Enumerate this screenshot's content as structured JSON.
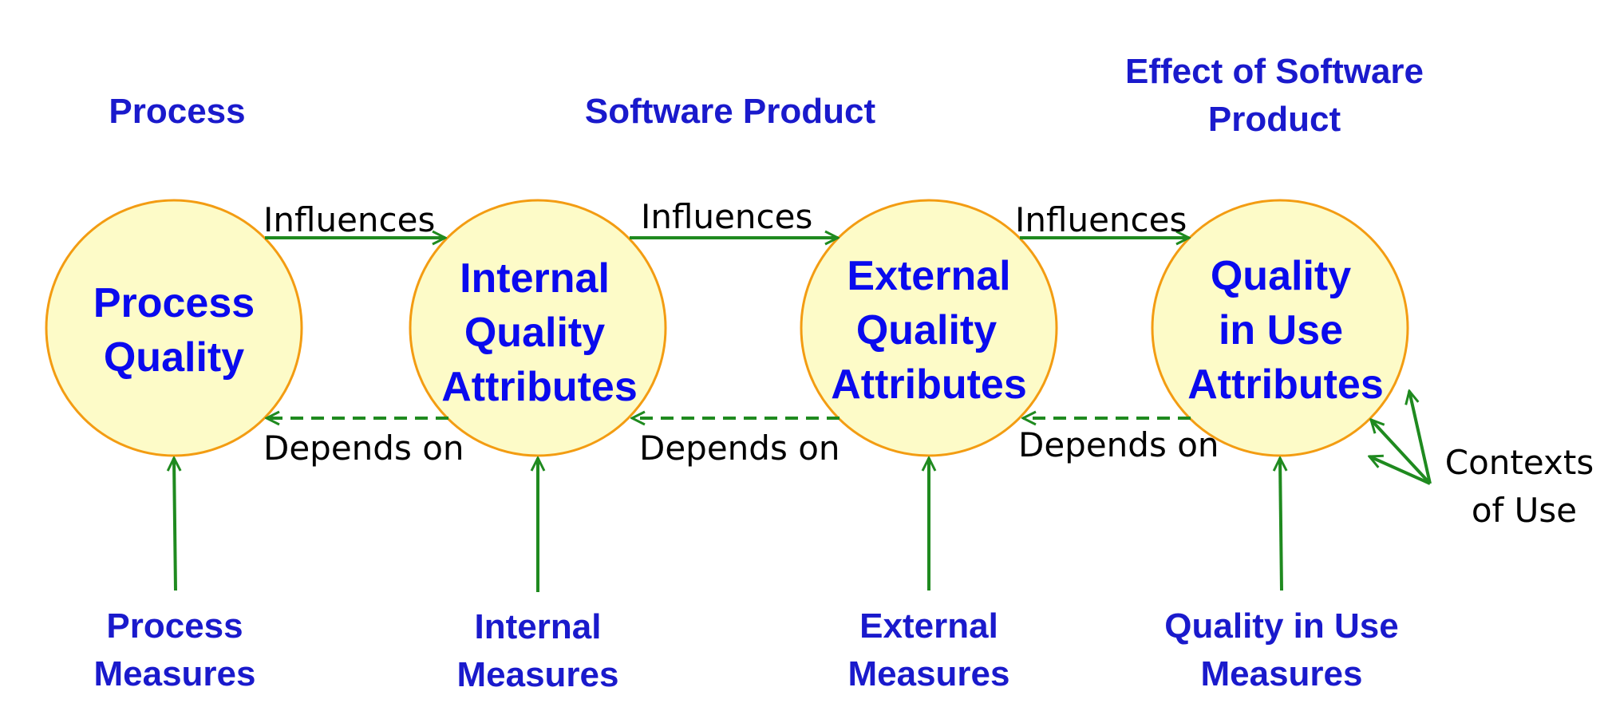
{
  "headers": {
    "process": "Process",
    "software_product": "Software Product",
    "effect_line1": "Effect of Software",
    "effect_line2": "Product"
  },
  "circles": [
    {
      "lines": [
        "Process",
        "Quality"
      ]
    },
    {
      "lines": [
        "Internal",
        "Quality",
        "Attributes"
      ]
    },
    {
      "lines": [
        "External",
        "Quality",
        "Attributes"
      ]
    },
    {
      "lines": [
        "Quality",
        "in Use",
        "Attributes"
      ]
    }
  ],
  "edges": {
    "influences": [
      "Influences",
      "Influences",
      "Influences"
    ],
    "depends_on": [
      "Depends on",
      "Depends on",
      "Depends on"
    ]
  },
  "measures": [
    {
      "lines": [
        "Process",
        "Measures"
      ]
    },
    {
      "lines": [
        "Internal",
        "Measures"
      ]
    },
    {
      "lines": [
        "External",
        "Measures"
      ]
    },
    {
      "lines": [
        "Quality in Use",
        "Measures"
      ]
    }
  ],
  "contexts": {
    "line1": "Contexts",
    "line2": "of Use"
  },
  "colors": {
    "heading_blue": "#1a1acc",
    "circle_fill": "#fdfbc8",
    "circle_stroke": "#f39c12",
    "arrow_green": "#1f8a1f"
  }
}
